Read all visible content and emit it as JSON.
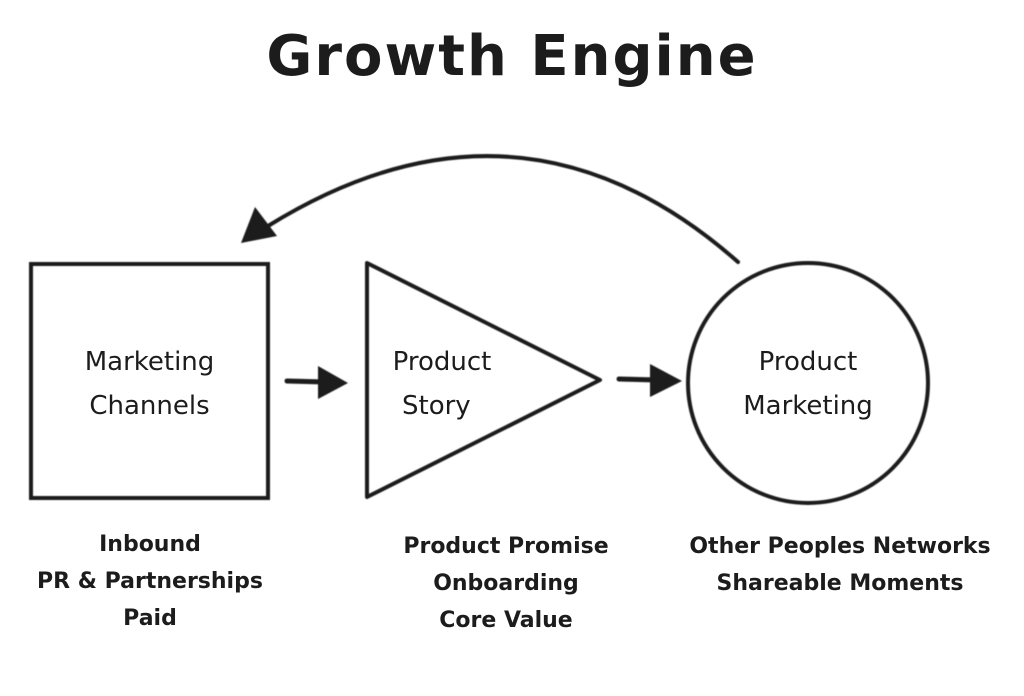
{
  "title": "Growth Engine",
  "nodes": [
    {
      "id": "marketing-channels",
      "shape": "square",
      "label_lines": [
        "Marketing",
        "Channels"
      ],
      "items": [
        "Inbound",
        "PR & Partnerships",
        "Paid"
      ]
    },
    {
      "id": "product-story",
      "shape": "triangle",
      "label_lines": [
        "Product",
        "Story"
      ],
      "items": [
        "Product Promise",
        "Onboarding",
        "Core Value"
      ]
    },
    {
      "id": "product-marketing",
      "shape": "circle",
      "label_lines": [
        "Product",
        "Marketing"
      ],
      "items": [
        "Other Peoples Networks",
        "Shareable Moments"
      ]
    }
  ],
  "colors": {
    "ink": "#1c1c1c",
    "background": "#ffffff"
  }
}
